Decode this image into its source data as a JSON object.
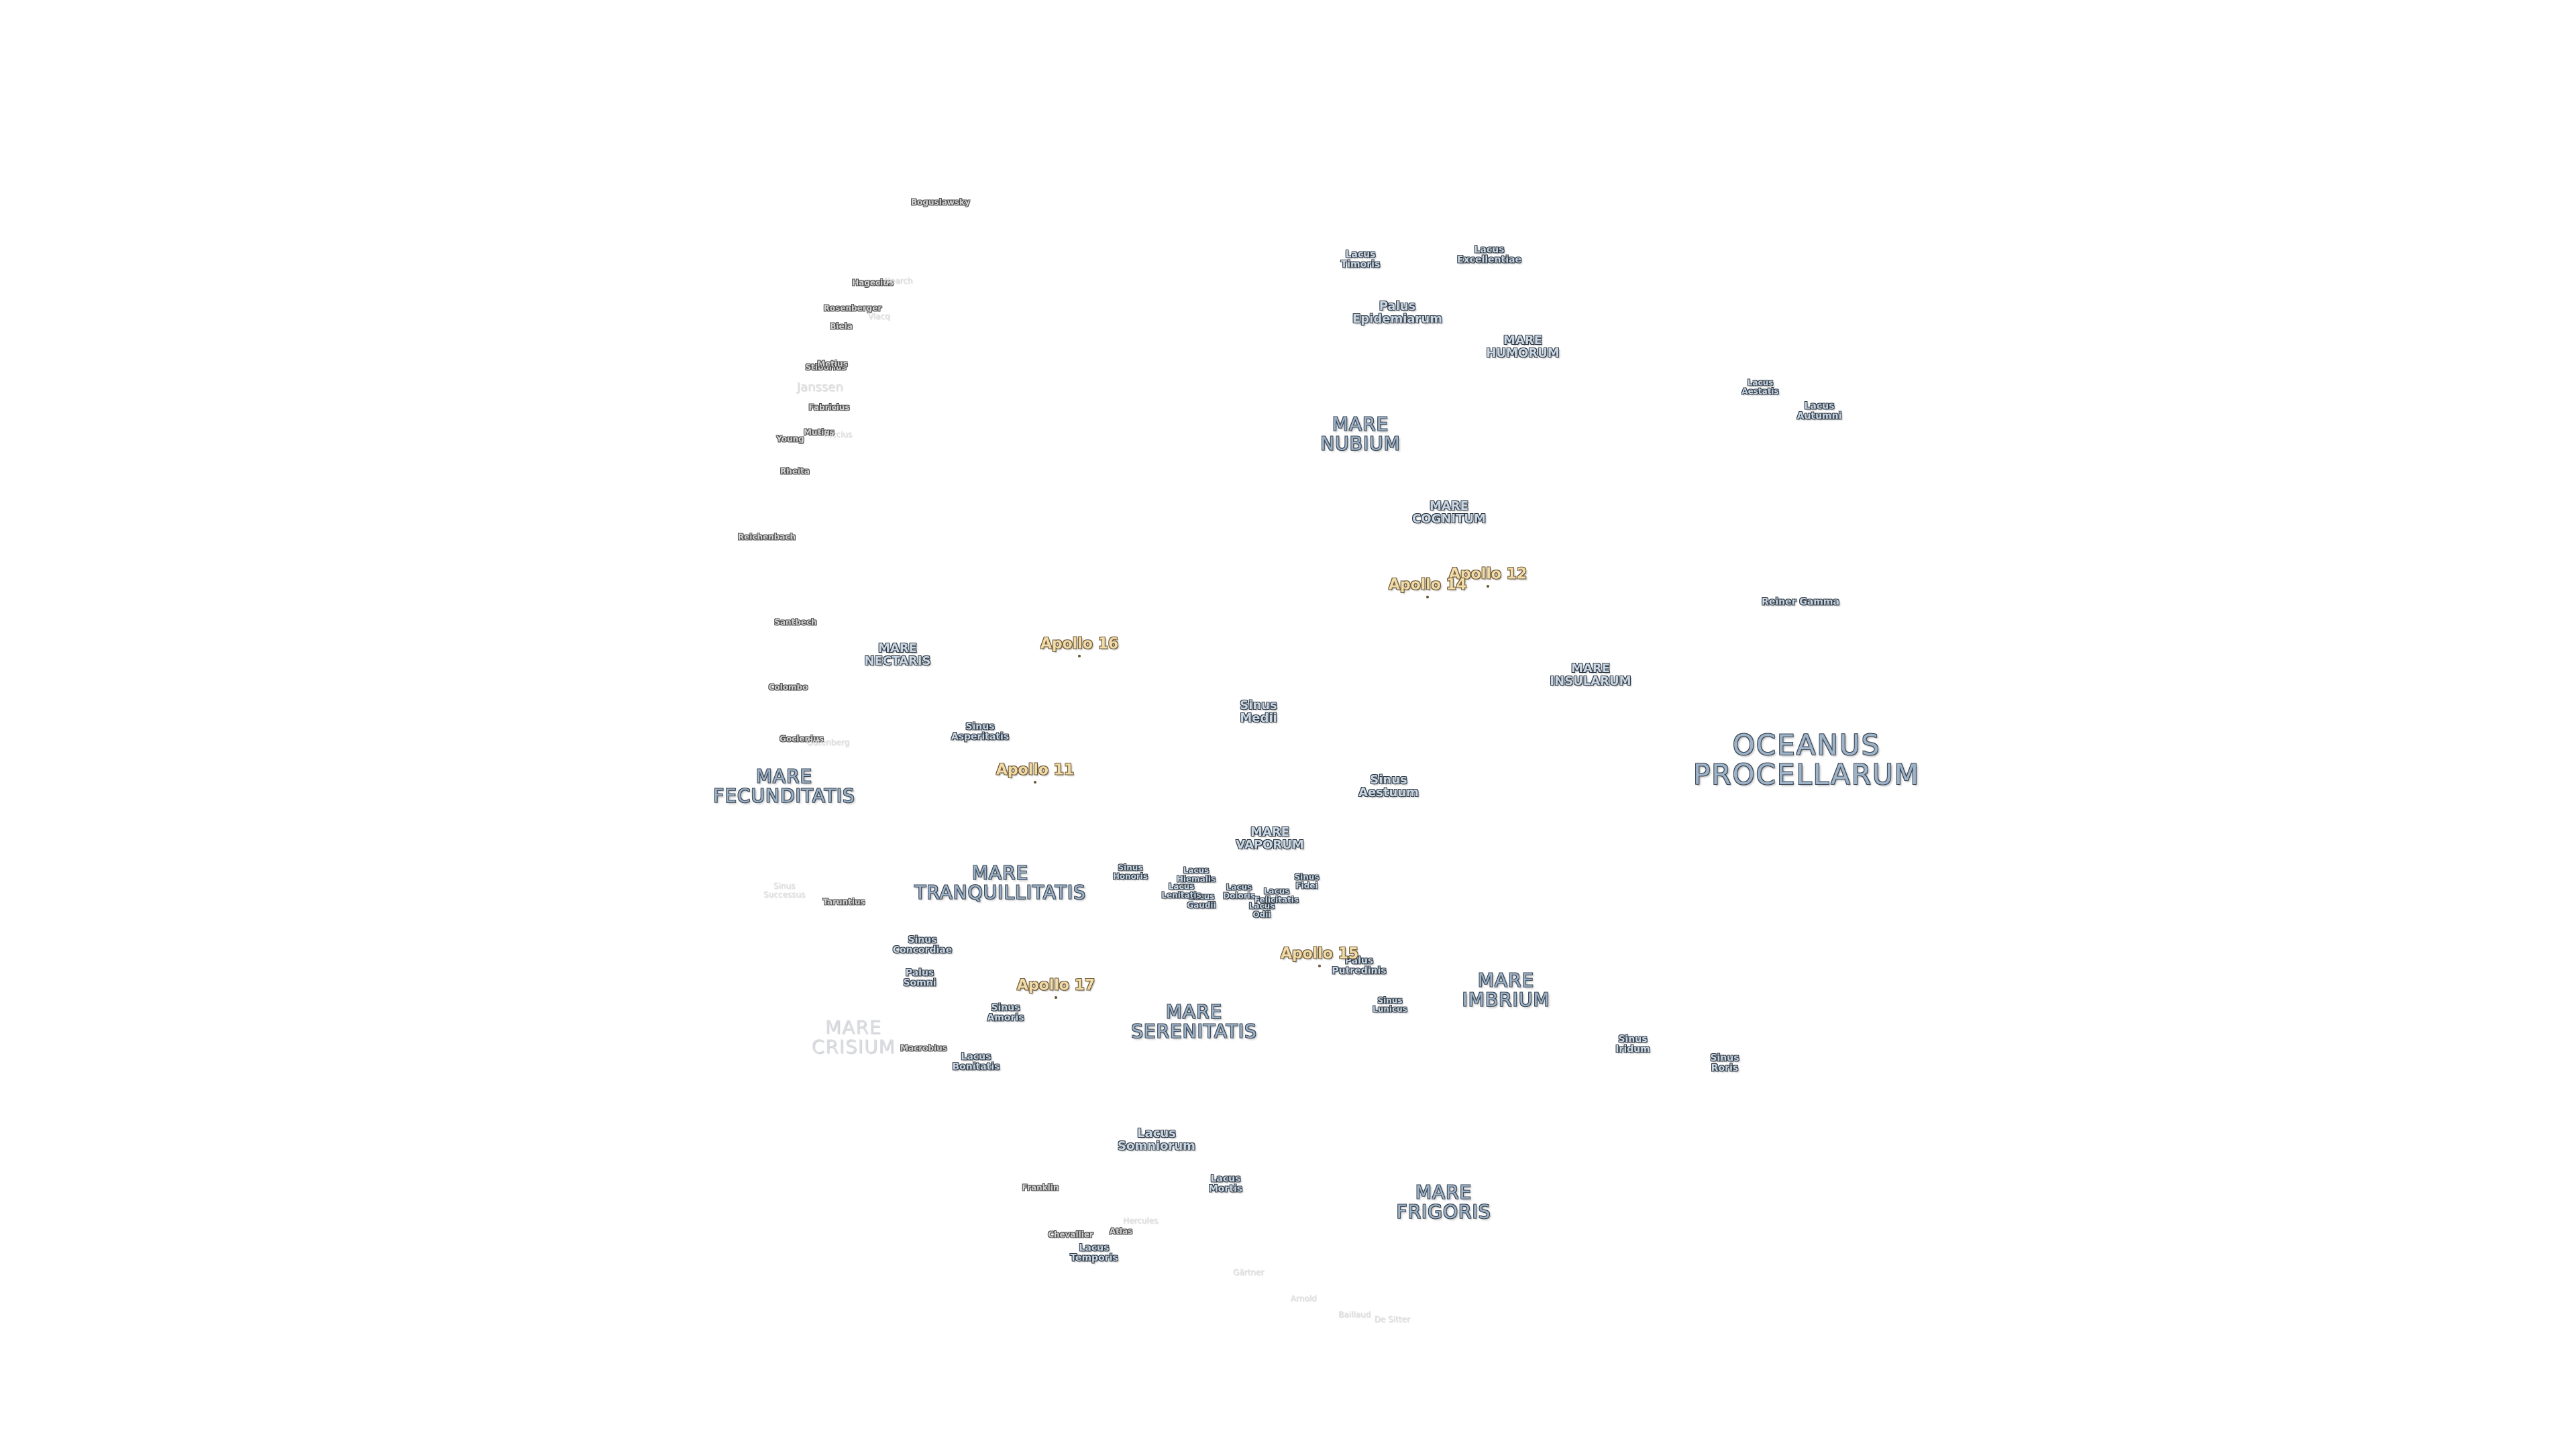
{
  "labels": [
    {
      "id": "oceanus-procellarum",
      "text": "OCEANUS\nPROCELLARUM",
      "kind": "mare",
      "size": "xl",
      "pos": "L1"
    },
    {
      "id": "mare-imbrium",
      "text": "MARE\nIMBRIUM",
      "kind": "mare",
      "size": "lg",
      "pos": "L2"
    },
    {
      "id": "mare-frigoris",
      "text": "MARE\nFRIGORIS",
      "kind": "mare",
      "size": "lg",
      "pos": "L3"
    },
    {
      "id": "mare-serenitatis",
      "text": "MARE\nSERENITATIS",
      "kind": "mare",
      "size": "lg",
      "pos": "L4"
    },
    {
      "id": "mare-tranquillitatis",
      "text": "MARE\nTRANQUILLITATIS",
      "kind": "mare",
      "size": "lg",
      "pos": "L5"
    },
    {
      "id": "mare-fecunditatis",
      "text": "MARE\nFECUNDITATIS",
      "kind": "mare",
      "size": "lg",
      "pos": "L6"
    },
    {
      "id": "mare-crisium",
      "text": "MARE\nCRISIUM",
      "kind": "faded-mare",
      "size": "lg",
      "pos": "L7"
    },
    {
      "id": "mare-nubium",
      "text": "MARE\nNUBIUM",
      "kind": "mare",
      "size": "lg",
      "pos": "L8"
    },
    {
      "id": "mare-insularum",
      "text": "MARE\nINSULARUM",
      "kind": "feat",
      "size": "md",
      "pos": "L9"
    },
    {
      "id": "mare-nectaris",
      "text": "MARE\nNECTARIS",
      "kind": "feat",
      "size": "md",
      "pos": "L10"
    },
    {
      "id": "mare-humorum",
      "text": "MARE\nHUMORUM",
      "kind": "feat",
      "size": "md",
      "pos": "L11"
    },
    {
      "id": "mare-cognitum",
      "text": "MARE\nCOGNITUM",
      "kind": "feat",
      "size": "md",
      "pos": "L12"
    },
    {
      "id": "mare-vaporum",
      "text": "MARE\nVAPORUM",
      "kind": "feat",
      "size": "md",
      "pos": "L13"
    },
    {
      "id": "lacus-somniorum",
      "text": "Lacus\nSomniorum",
      "kind": "feat",
      "size": "md",
      "pos": "L14"
    },
    {
      "id": "palus-epidemiarum",
      "text": "Palus\nEpidemiarum",
      "kind": "feat",
      "size": "md",
      "pos": "L15"
    },
    {
      "id": "sinus-medii",
      "text": "Sinus\nMedii",
      "kind": "feat",
      "size": "md",
      "pos": "L16"
    },
    {
      "id": "sinus-aestuum",
      "text": "Sinus\nAestuum",
      "kind": "feat",
      "size": "md",
      "pos": "L17"
    },
    {
      "id": "sinus-asperitatis",
      "text": "Sinus\nAsperitatis",
      "kind": "feat",
      "size": "sm",
      "pos": "L18"
    },
    {
      "id": "sinus-iridum",
      "text": "Sinus\nIridum",
      "kind": "feat",
      "size": "sm",
      "pos": "L19"
    },
    {
      "id": "sinus-roris",
      "text": "Sinus\nRoris",
      "kind": "feat",
      "size": "sm",
      "pos": "L20"
    },
    {
      "id": "sinus-amoris",
      "text": "Sinus\nAmoris",
      "kind": "feat",
      "size": "sm",
      "pos": "L21"
    },
    {
      "id": "sinus-concordiae",
      "text": "Sinus\nConcordiae",
      "kind": "feat",
      "size": "sm",
      "pos": "L22"
    },
    {
      "id": "palus-somni",
      "text": "Palus\nSomni",
      "kind": "feat",
      "size": "sm",
      "pos": "L23"
    },
    {
      "id": "palus-putredinis",
      "text": "Palus\nPutredinis",
      "kind": "feat",
      "size": "sm",
      "pos": "L24"
    },
    {
      "id": "sinus-lunicus",
      "text": "Sinus\nLunicus",
      "kind": "feat",
      "size": "xs",
      "pos": "L25"
    },
    {
      "id": "lacus-mortis",
      "text": "Lacus\nMortis",
      "kind": "feat",
      "size": "sm",
      "pos": "L26"
    },
    {
      "id": "lacus-temporis",
      "text": "Lacus\nTemporis",
      "kind": "feat",
      "size": "sm",
      "pos": "L27"
    },
    {
      "id": "lacus-bonitatis",
      "text": "Lacus\nBonitatis",
      "kind": "feat",
      "size": "sm",
      "pos": "L28"
    },
    {
      "id": "lacus-timoris",
      "text": "Lacus\nTimoris",
      "kind": "feat",
      "size": "sm",
      "pos": "L29"
    },
    {
      "id": "lacus-excellentiae",
      "text": "Lacus\nExcellentiae",
      "kind": "feat",
      "size": "sm",
      "pos": "L30"
    },
    {
      "id": "lacus-aestatis",
      "text": "Lacus\nAestatis",
      "kind": "feat",
      "size": "xs",
      "pos": "L31"
    },
    {
      "id": "lacus-autumni",
      "text": "Lacus\nAutumni",
      "kind": "feat",
      "size": "sm",
      "pos": "L32"
    },
    {
      "id": "sinus-honoris",
      "text": "Sinus\nHonoris",
      "kind": "feat",
      "size": "xs",
      "pos": "L33"
    },
    {
      "id": "sinus-fidei",
      "text": "Sinus\nFidei",
      "kind": "feat",
      "size": "xs",
      "pos": "L34"
    },
    {
      "id": "lacus-doloris",
      "text": "Lacus\nDoloris",
      "kind": "feat",
      "size": "xs",
      "pos": "L35"
    },
    {
      "id": "lacus-gaudii",
      "text": "Lacus\nGaudii",
      "kind": "feat",
      "size": "xs",
      "pos": "L36"
    },
    {
      "id": "lacus-hiemalis",
      "text": "Lacus\nHiemalis",
      "kind": "feat",
      "size": "xs",
      "pos": "L37"
    },
    {
      "id": "lacus-lenitatis",
      "text": "Lacus\nLenitatis",
      "kind": "feat",
      "size": "xs",
      "pos": "L38"
    },
    {
      "id": "lacus-odii",
      "text": "Lacus\nOdii",
      "kind": "feat",
      "size": "xs",
      "pos": "L39"
    },
    {
      "id": "lacus-felicitatis",
      "text": "Lacus\nFelicitatis",
      "kind": "feat",
      "size": "xs",
      "pos": "L40"
    },
    {
      "id": "sinus-successus",
      "text": "Sinus\nSuccessus",
      "kind": "faded",
      "size": "xs",
      "pos": "L41"
    },
    {
      "id": "reiner-gamma",
      "text": "Reiner Gamma",
      "kind": "feat",
      "size": "sm",
      "pos": "L42"
    },
    {
      "id": "janssen",
      "text": "Janssen",
      "kind": "faded",
      "size": "md",
      "pos": "L43"
    },
    {
      "id": "boguslawsky",
      "text": "Boguslawsky",
      "kind": "crater",
      "size": "xs",
      "pos": "L44"
    },
    {
      "id": "hagecius",
      "text": "Hagecius",
      "kind": "crater",
      "size": "xs",
      "pos": "L45"
    },
    {
      "id": "pontecoulant",
      "text": "Biela",
      "kind": "crater",
      "size": "xs",
      "pos": "L46"
    },
    {
      "id": "rosenberger",
      "text": "Rosenberger",
      "kind": "crater",
      "size": "xs",
      "pos": "L47"
    },
    {
      "id": "vlacq",
      "text": "Vlacq",
      "kind": "faded",
      "size": "xs",
      "pos": "L48"
    },
    {
      "id": "nearch",
      "text": "Nearch",
      "kind": "faded",
      "size": "xs",
      "pos": "L49"
    },
    {
      "id": "stiborius",
      "text": "Stiborius",
      "kind": "crater",
      "size": "xs",
      "pos": "L50"
    },
    {
      "id": "metius",
      "text": "Metius",
      "kind": "crater",
      "size": "xs",
      "pos": "L51"
    },
    {
      "id": "fabricius",
      "text": "Fabricius",
      "kind": "crater",
      "size": "xs",
      "pos": "L52"
    },
    {
      "id": "young",
      "text": "Young",
      "kind": "crater",
      "size": "xs",
      "pos": "L53"
    },
    {
      "id": "mutius",
      "text": "Mutius",
      "kind": "crater",
      "size": "xs",
      "pos": "L54"
    },
    {
      "id": "riccius",
      "text": "Riccius",
      "kind": "faded",
      "size": "xs",
      "pos": "L55"
    },
    {
      "id": "rheita",
      "text": "Rheita",
      "kind": "crater",
      "size": "xs",
      "pos": "L56"
    },
    {
      "id": "reichenbach",
      "text": "Reichenbach",
      "kind": "crater",
      "size": "xs",
      "pos": "L57"
    },
    {
      "id": "santbech",
      "text": "Santbech",
      "kind": "crater",
      "size": "xs",
      "pos": "L58"
    },
    {
      "id": "colombo",
      "text": "Colombo",
      "kind": "crater",
      "size": "xs",
      "pos": "L59"
    },
    {
      "id": "goclenius",
      "text": "Goclenius",
      "kind": "crater",
      "size": "xs",
      "pos": "L60"
    },
    {
      "id": "gutenberg",
      "text": "Gutenberg",
      "kind": "faded",
      "size": "xs",
      "pos": "L61"
    },
    {
      "id": "taruntius",
      "text": "Taruntius",
      "kind": "crater",
      "size": "xs",
      "pos": "L62"
    },
    {
      "id": "macrobius",
      "text": "Macrobius",
      "kind": "crater",
      "size": "xs",
      "pos": "L63"
    },
    {
      "id": "franklin",
      "text": "Franklin",
      "kind": "crater",
      "size": "xs",
      "pos": "L64"
    },
    {
      "id": "chevallier",
      "text": "Chevallier",
      "kind": "crater",
      "size": "xs",
      "pos": "L65"
    },
    {
      "id": "atlas",
      "text": "Atlas",
      "kind": "crater",
      "size": "xs",
      "pos": "L66"
    },
    {
      "id": "hercules",
      "text": "Hercules",
      "kind": "faded",
      "size": "xs",
      "pos": "L67"
    },
    {
      "id": "gartner",
      "text": "Gärtner",
      "kind": "faded",
      "size": "xs",
      "pos": "L68"
    },
    {
      "id": "arnold",
      "text": "Arnold",
      "kind": "faded",
      "size": "xs",
      "pos": "L69"
    },
    {
      "id": "baillaud",
      "text": "Baillaud",
      "kind": "faded",
      "size": "xs",
      "pos": "L70"
    },
    {
      "id": "de-sitter",
      "text": "De Sitter",
      "kind": "faded",
      "size": "xs",
      "pos": "L71"
    },
    {
      "id": "apollo-11",
      "text": "Apollo 11",
      "kind": "apollo",
      "size": "ap",
      "pos": "L72"
    },
    {
      "id": "apollo-12",
      "text": "Apollo 12",
      "kind": "apollo",
      "size": "ap",
      "pos": "L73"
    },
    {
      "id": "apollo-14",
      "text": "Apollo 14",
      "kind": "apollo",
      "size": "ap",
      "pos": "L74"
    },
    {
      "id": "apollo-15",
      "text": "Apollo 15",
      "kind": "apollo",
      "size": "ap",
      "pos": "L75"
    },
    {
      "id": "apollo-16",
      "text": "Apollo 16",
      "kind": "apollo",
      "size": "ap",
      "pos": "L76"
    },
    {
      "id": "apollo-17",
      "text": "Apollo 17",
      "kind": "apollo",
      "size": "ap",
      "pos": "L77"
    }
  ]
}
